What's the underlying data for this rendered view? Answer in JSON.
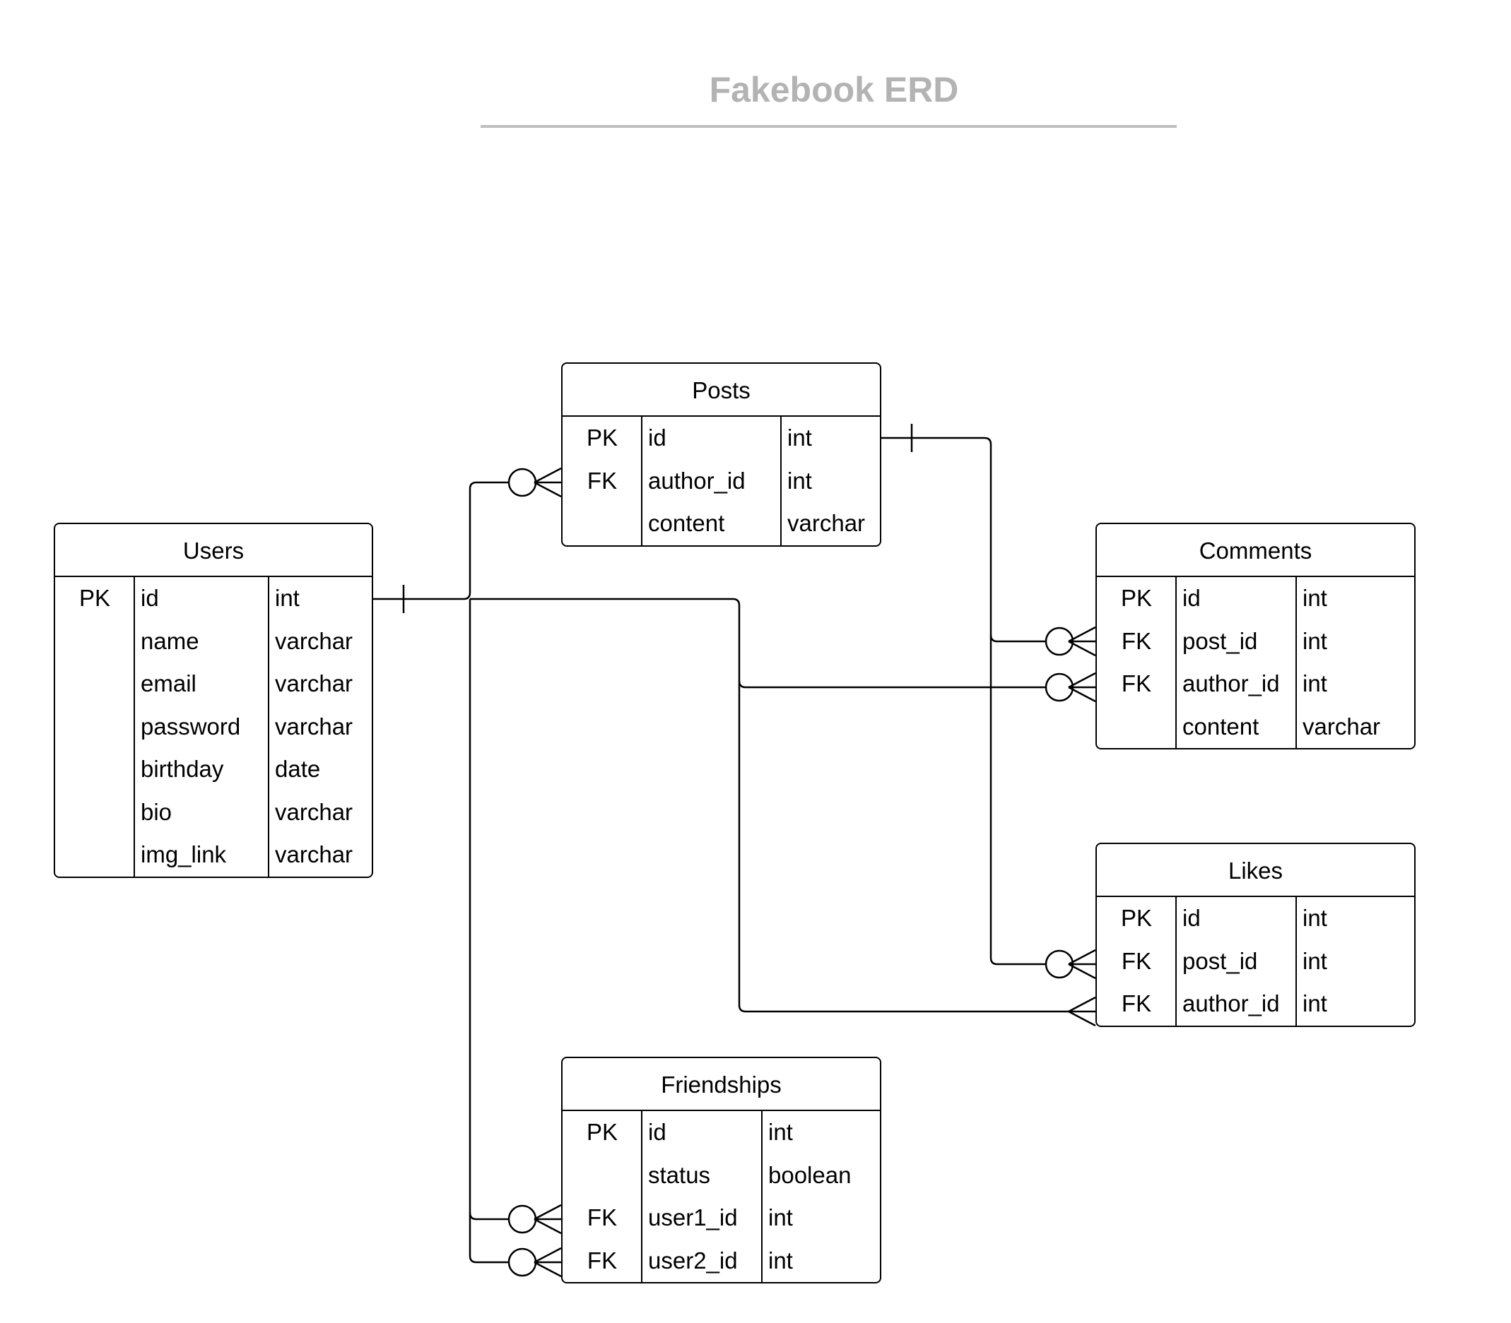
{
  "diagram": {
    "title": "Fakebook ERD",
    "entities": [
      {
        "id": "users",
        "name": "Users",
        "rows": [
          {
            "key": "PK",
            "field": "id",
            "type": "int"
          },
          {
            "key": "",
            "field": "name",
            "type": "varchar"
          },
          {
            "key": "",
            "field": "email",
            "type": "varchar"
          },
          {
            "key": "",
            "field": "password",
            "type": "varchar"
          },
          {
            "key": "",
            "field": "birthday",
            "type": "date"
          },
          {
            "key": "",
            "field": "bio",
            "type": "varchar"
          },
          {
            "key": "",
            "field": "img_link",
            "type": "varchar"
          }
        ]
      },
      {
        "id": "posts",
        "name": "Posts",
        "rows": [
          {
            "key": "PK",
            "field": "id",
            "type": "int"
          },
          {
            "key": "FK",
            "field": "author_id",
            "type": "int"
          },
          {
            "key": "",
            "field": "content",
            "type": "varchar"
          }
        ]
      },
      {
        "id": "comments",
        "name": "Comments",
        "rows": [
          {
            "key": "PK",
            "field": "id",
            "type": "int"
          },
          {
            "key": "FK",
            "field": "post_id",
            "type": "int"
          },
          {
            "key": "FK",
            "field": "author_id",
            "type": "int"
          },
          {
            "key": "",
            "field": "content",
            "type": "varchar"
          }
        ]
      },
      {
        "id": "likes",
        "name": "Likes",
        "rows": [
          {
            "key": "PK",
            "field": "id",
            "type": "int"
          },
          {
            "key": "FK",
            "field": "post_id",
            "type": "int"
          },
          {
            "key": "FK",
            "field": "author_id",
            "type": "int"
          }
        ]
      },
      {
        "id": "friendships",
        "name": "Friendships",
        "rows": [
          {
            "key": "PK",
            "field": "id",
            "type": "int"
          },
          {
            "key": "",
            "field": "status",
            "type": "boolean"
          },
          {
            "key": "FK",
            "field": "user1_id",
            "type": "int"
          },
          {
            "key": "FK",
            "field": "user2_id",
            "type": "int"
          }
        ]
      }
    ],
    "relationships": [
      {
        "from": "users.id",
        "to": "posts.author_id",
        "from_card": "one",
        "to_card": "zero-or-many"
      },
      {
        "from": "users.id",
        "to": "comments.author_id",
        "from_card": "one",
        "to_card": "zero-or-many"
      },
      {
        "from": "users.id",
        "to": "likes.author_id",
        "from_card": "one",
        "to_card": "many"
      },
      {
        "from": "users.id",
        "to": "friendships.user1_id",
        "from_card": "one",
        "to_card": "zero-or-many"
      },
      {
        "from": "users.id",
        "to": "friendships.user2_id",
        "from_card": "one",
        "to_card": "zero-or-many"
      },
      {
        "from": "posts.id",
        "to": "comments.post_id",
        "from_card": "one",
        "to_card": "zero-or-many"
      },
      {
        "from": "posts.id",
        "to": "likes.post_id",
        "from_card": "one",
        "to_card": "zero-or-many"
      }
    ]
  }
}
